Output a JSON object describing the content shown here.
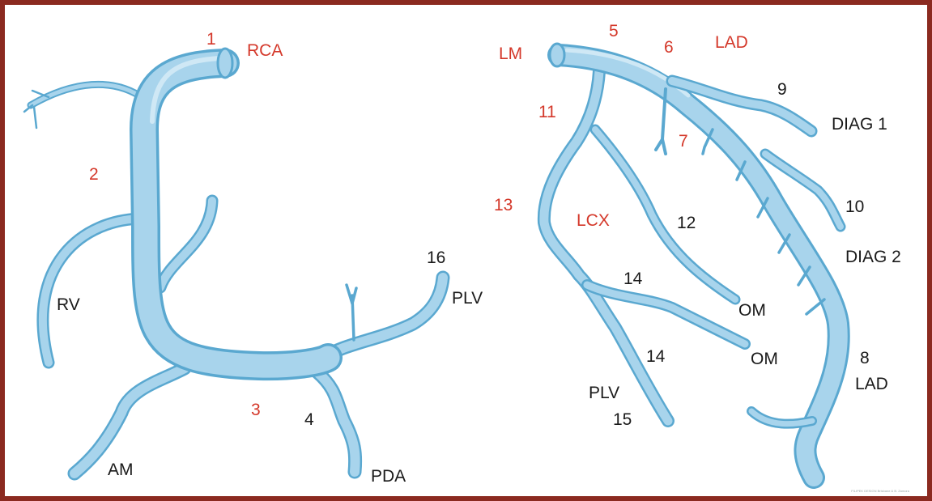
{
  "colors": {
    "frame": "#8b2a20",
    "vessel_fill": "#a8d4ec",
    "vessel_edge": "#5aa8d0",
    "red_label": "#d4382a",
    "black_label": "#1a1a1a"
  },
  "rca": {
    "labels": {
      "seg1": "1",
      "name": "RCA",
      "seg2": "2",
      "rv": "RV",
      "seg3": "3",
      "seg4": "4",
      "am": "AM",
      "pda": "PDA",
      "seg16": "16",
      "plv": "PLV"
    }
  },
  "left": {
    "labels": {
      "lm": "LM",
      "seg5": "5",
      "seg6": "6",
      "lad_top": "LAD",
      "seg9": "9",
      "diag1": "DIAG 1",
      "seg11": "11",
      "seg7": "7",
      "seg13": "13",
      "lcx": "LCX",
      "seg12": "12",
      "seg10": "10",
      "diag2": "DIAG 2",
      "seg14a": "14",
      "om1": "OM",
      "om2": "OM",
      "seg14b": "14",
      "seg8": "8",
      "lad_bottom": "LAD",
      "plv": "PLV",
      "seg15": "15"
    }
  },
  "credit": "FILIPEK DESIGN Brisbane & B. Zamora"
}
